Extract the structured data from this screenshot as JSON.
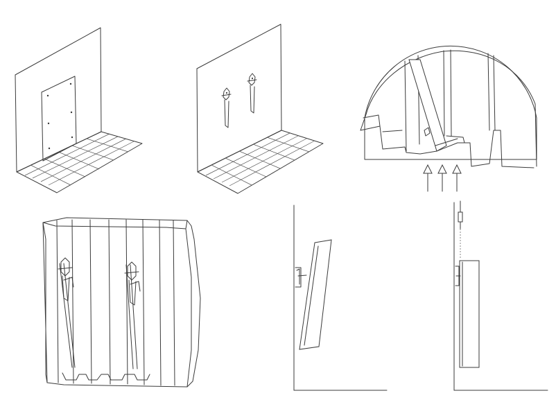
{
  "figure": {
    "caption": "",
    "steps": [
      {
        "id": 1,
        "name": "wall-with-template"
      },
      {
        "id": 2,
        "name": "wall-with-brackets"
      },
      {
        "id": 3,
        "name": "bottom-detail-magnified"
      },
      {
        "id": 4,
        "name": "unit-rear-with-brackets"
      },
      {
        "id": 5,
        "name": "side-view-tilting-onto-bracket"
      },
      {
        "id": 6,
        "name": "side-view-mounted"
      }
    ],
    "arrow_count": 3,
    "line_color": "#3a3a3a",
    "background": "#ffffff"
  }
}
